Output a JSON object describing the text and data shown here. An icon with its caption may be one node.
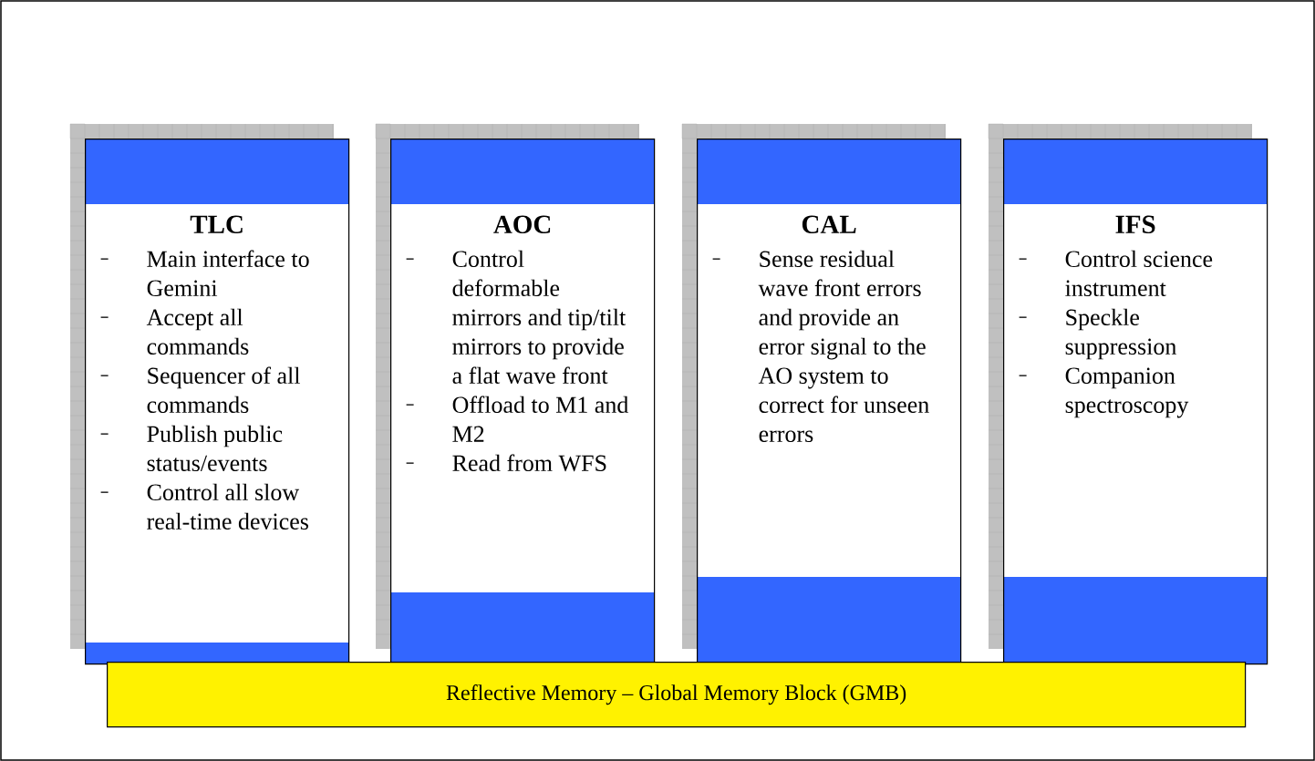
{
  "diagram": {
    "nodes": [
      {
        "text": [
          "TLC",
          "Main interface to Gemini",
          "Accept all commands",
          "Sequencer of all commands",
          "Publish public status/events",
          "Control all slow real-time devices"
        ]
      },
      {
        "text": [
          "AOC",
          "Control deformable mirrors and tip/tilt mirrors to provide a flat wave front",
          "Offload to M1 and M2",
          "Read from WFS"
        ]
      },
      {
        "text": [
          "CAL",
          "Sense residual wave front errors and provide an error signal to the AO system to correct for unseen errors"
        ]
      },
      {
        "text": [
          "IFS",
          "Control science instrument",
          "Speckle suppression",
          "Companion spectroscopy"
        ]
      },
      {
        "text": [
          "Reflective Memory – Global Memory Block (GMB)"
        ]
      }
    ]
  }
}
